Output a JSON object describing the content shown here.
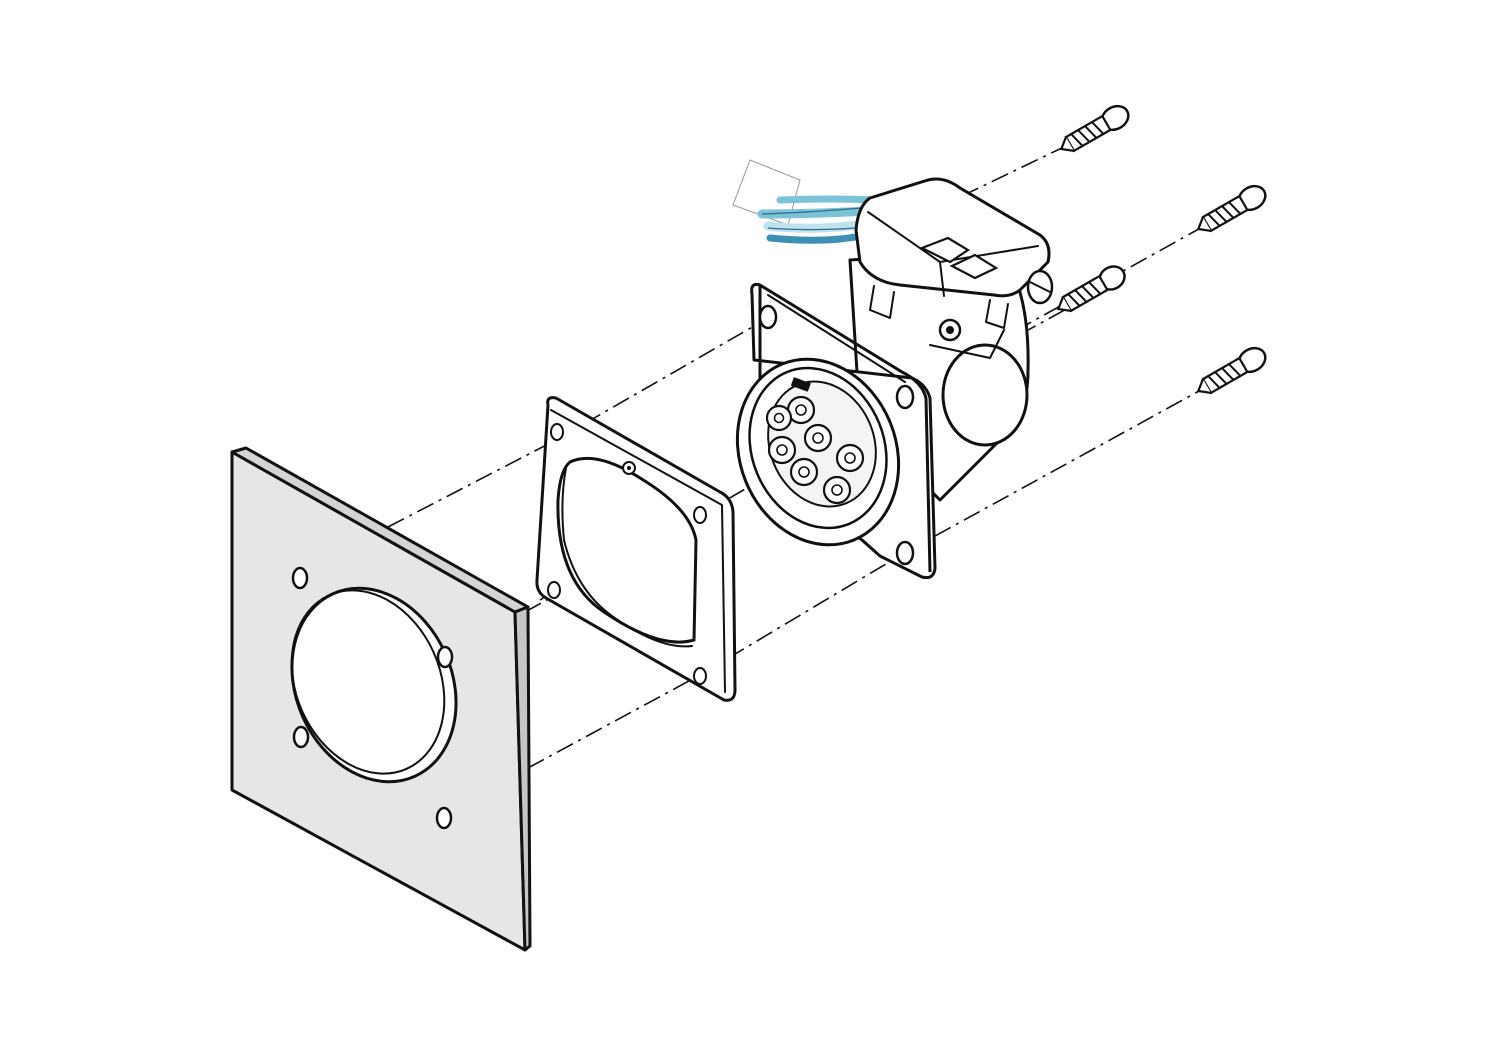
{
  "diagram": {
    "type": "exploded-assembly",
    "colors": {
      "line": "#111111",
      "plate_fill": "#e6e6e6",
      "part_fill": "#ffffff",
      "wire_light": "#bfe3ee",
      "wire_mid": "#7cc2d9",
      "wire_dark": "#3d8fb3",
      "wire_tag": "#ffffff"
    },
    "parts": [
      {
        "id": "mounting-panel",
        "icon": "square-plate-with-round-cutout"
      },
      {
        "id": "gasket",
        "icon": "square-gasket"
      },
      {
        "id": "charging-socket",
        "icon": "ev-charging-inlet-socket"
      },
      {
        "id": "wiring",
        "icon": "blue-cable-bundle"
      },
      {
        "id": "screw-top",
        "icon": "screw-icon"
      },
      {
        "id": "screw-upper-right",
        "icon": "screw-icon"
      },
      {
        "id": "screw-middle",
        "icon": "screw-icon"
      },
      {
        "id": "screw-lower-right",
        "icon": "screw-icon"
      }
    ]
  }
}
